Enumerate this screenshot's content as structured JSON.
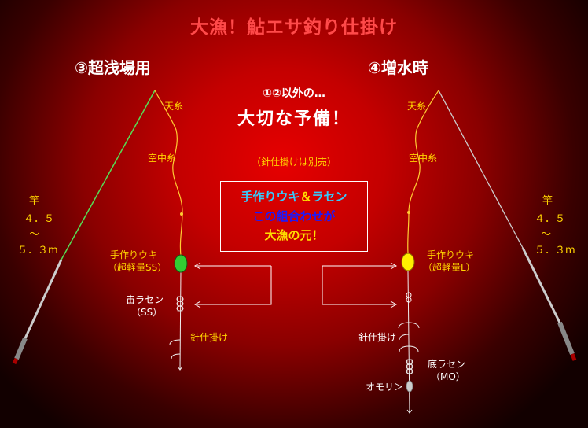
{
  "title": "大漁！鮎エサ釣り仕掛け",
  "left": {
    "heading": "③超浅場用",
    "tenshi": "天糸",
    "kuchu": "空中糸",
    "uki": "手作りウキ",
    "uki_sub": "（超軽量SS）",
    "rasen": "宙ラセン",
    "rasen_sub": "（SS）",
    "hari": "針仕掛け",
    "rod_label": "竿",
    "rod_len_1": "４．５",
    "rod_tilde": "～",
    "rod_len_2": "５．３m",
    "float_color": "#33cc33"
  },
  "right": {
    "heading": "④増水時",
    "tenshi": "天糸",
    "kuchu": "空中糸",
    "uki": "手作りウキ",
    "uki_sub": "（超軽量L）",
    "rasen": "底ラセン",
    "rasen_sub": "（MO）",
    "omori": "オモリ＞",
    "hari": "針仕掛け",
    "rod_label": "竿",
    "rod_len_1": "４．５",
    "rod_tilde": "～",
    "rod_len_2": "５．３m",
    "float_color": "#ffee00"
  },
  "center": {
    "lead": "①②以外の…",
    "headline": "大切な予備！",
    "note": "（針仕掛けは別売）",
    "box_line1_a": "手作りウキ",
    "box_line1_b": "＆",
    "box_line1_c": "ラセン",
    "box_line2": "この組合わせが",
    "box_line3": "大漁の元！"
  },
  "colors": {
    "title": "#ff4a4a",
    "label_yellow": "#ffd400",
    "box_cyan": "#33ccff",
    "box_blue": "#1a1aff",
    "box_yellow": "#ffe000",
    "line_yellow": "#ffcc33"
  }
}
